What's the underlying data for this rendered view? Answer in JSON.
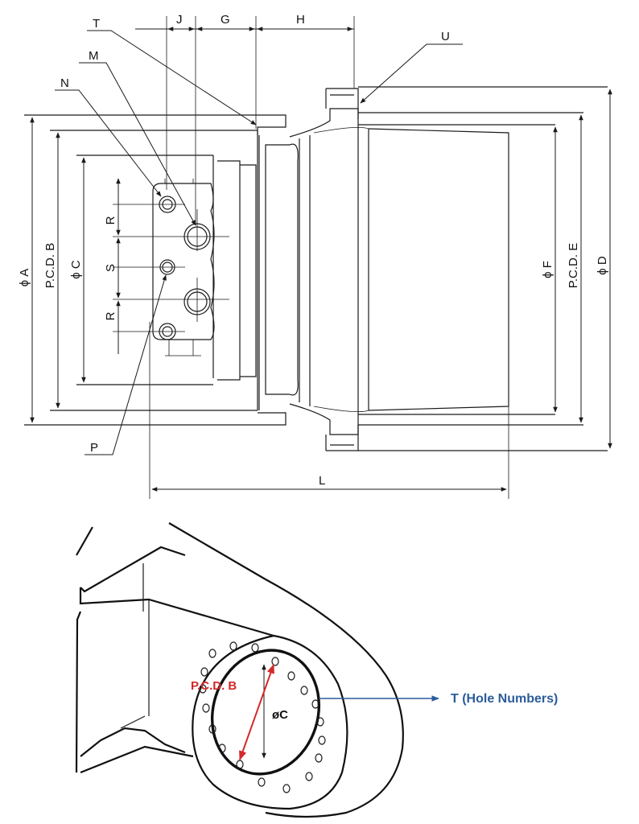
{
  "top_drawing": {
    "dimension_labels": {
      "J": "J",
      "G": "G",
      "H": "H",
      "T": "T",
      "U": "U",
      "M": "M",
      "N": "N",
      "P": "P",
      "R_upper": "R",
      "S": "S",
      "R_lower": "R",
      "L": "L",
      "phi_A": "ϕ A",
      "pcd_B": "P.C.D. B",
      "phi_C": "ϕ C",
      "phi_F": "ϕ F",
      "pcd_E": "P.C.D. E",
      "phi_D": "ϕ D"
    }
  },
  "bottom_drawing": {
    "pcd_label": "P.C.D. B",
    "diameter_label": "øC",
    "hole_callout": "T (Hole Numbers)",
    "colors": {
      "pcd": "#d42a2a",
      "callout": "#2b5c9a"
    }
  }
}
